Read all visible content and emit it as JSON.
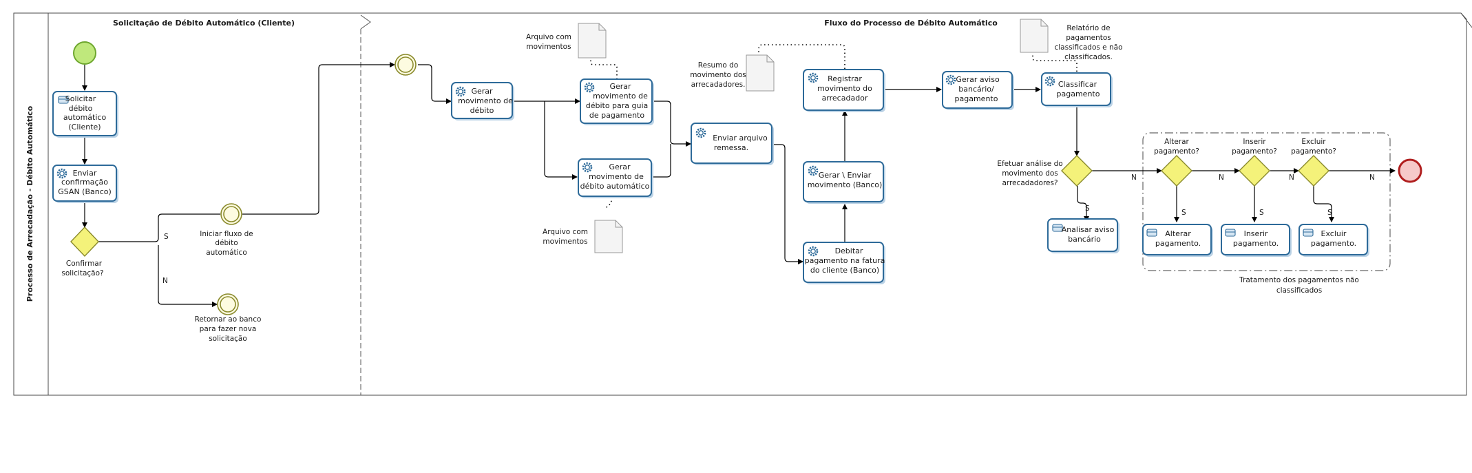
{
  "pool": {
    "title": "Processo de Arrecadação - Débito Automático"
  },
  "lanes": {
    "left_title": "Solicitação  de Débito Automático (Cliente)",
    "right_title": "Fluxo do Processo de Débito Automático"
  },
  "tasks": {
    "solicitar": [
      "Solicitar",
      "débito",
      "automático",
      "(Cliente)"
    ],
    "enviar_confirmacao": [
      "Enviar",
      "confirmação",
      "GSAN (Banco)"
    ],
    "gerar_mov_debito": [
      "Gerar",
      "movimento de",
      "débito"
    ],
    "gerar_mov_guia": [
      "Gerar",
      "movimento de",
      "débito para guia",
      "de pagamento"
    ],
    "gerar_mov_auto": [
      "Gerar",
      "movimento de",
      "débito automático"
    ],
    "enviar_remessa": [
      "Enviar arquivo",
      "remessa."
    ],
    "registrar_mov": [
      "Registrar",
      "movimento do",
      "arrecadador"
    ],
    "gerar_enviar": [
      "Gerar \\ Enviar",
      "movimento (Banco)"
    ],
    "debitar": [
      "Debitar",
      "pagamento na fatura",
      "do cliente (Banco)"
    ],
    "gerar_aviso": [
      "Gerar aviso",
      "bancário/",
      "pagamento"
    ],
    "classificar": [
      "Classificar",
      "pagamento"
    ],
    "analisar_aviso": [
      "Analisar aviso",
      "bancário"
    ],
    "alterar": [
      "Alterar",
      "pagamento."
    ],
    "inserir": [
      "Inserir",
      "pagamento."
    ],
    "excluir": [
      "Excluir",
      "pagamento."
    ]
  },
  "gateways": {
    "confirmar": [
      "Confirmar",
      "solicitação?"
    ],
    "efetuar": [
      "Efetuar análise do",
      "movimento dos",
      "arrecadadores?"
    ],
    "alterar": [
      "Alterar",
      "pagamento?"
    ],
    "inserir": [
      "Inserir",
      "pagamento?"
    ],
    "excluir": [
      "Excluir",
      "pagamento?"
    ]
  },
  "events": {
    "iniciar_fluxo": [
      "Iniciar fluxo de",
      "débito",
      "automático"
    ],
    "retornar_banco": [
      "Retornar ao banco",
      "para fazer nova",
      "solicitação"
    ]
  },
  "documents": {
    "arquivo_mov_1": [
      "Arquivo com",
      "movimentos"
    ],
    "arquivo_mov_2": [
      "Arquivo com",
      "movimentos"
    ],
    "resumo": [
      "Resumo do",
      "movimento dos",
      "arrecadadores."
    ],
    "relatorio": [
      "Relatório de",
      "pagamentos",
      "classificados e não",
      "classificados."
    ]
  },
  "group": {
    "label": [
      "Tratamento dos pagamentos não",
      "classificados"
    ]
  },
  "flow_labels": {
    "s": "S",
    "n": "N"
  }
}
